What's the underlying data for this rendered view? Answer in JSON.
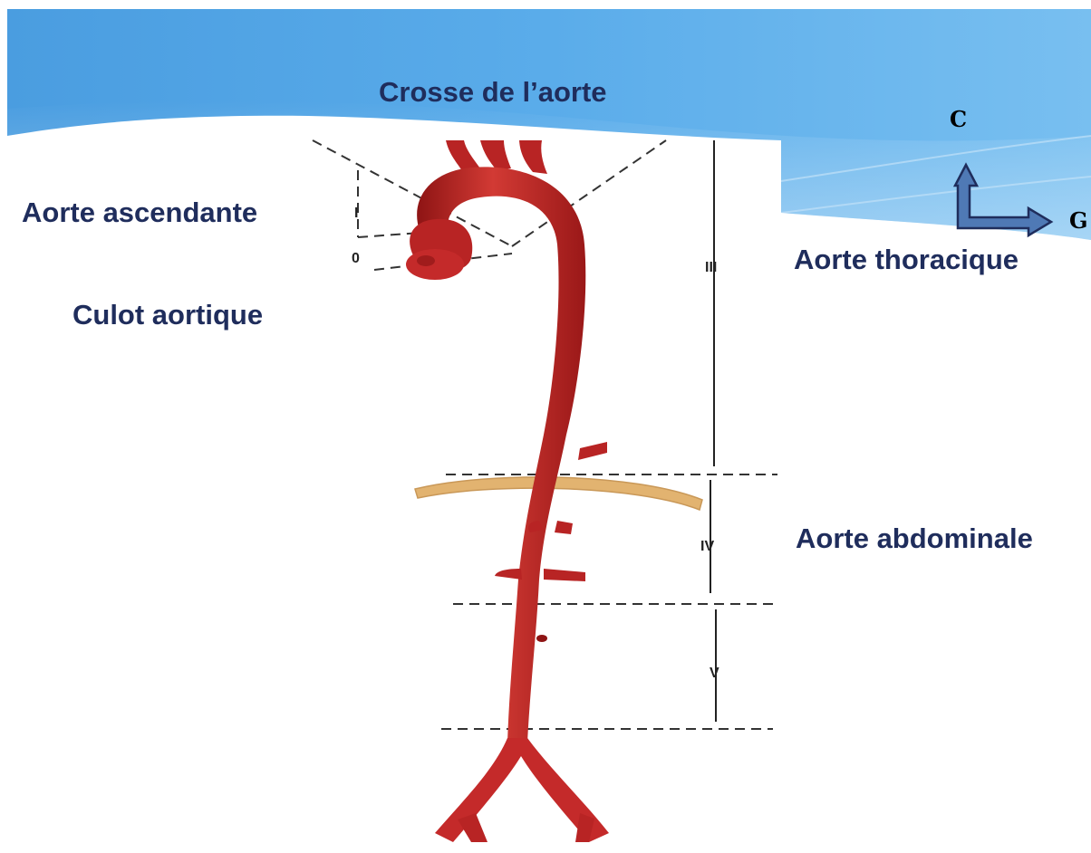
{
  "title": "Crosse de l’aorte",
  "labels": {
    "ascending": "Aorte ascendante",
    "root": "Culot aortique",
    "thoracic": "Aorte thoracique",
    "abdominal": "Aorte abdominale"
  },
  "segments": [
    "0",
    "I",
    "III",
    "IV",
    "V"
  ],
  "orientation": {
    "cranial": "C",
    "left": "G"
  },
  "colors": {
    "header_blue": "#4a9de0",
    "aorta_red": "#c42a2a",
    "diaphragm_tan": "#e2b370",
    "arrow_fill": "#4f79b5",
    "text_navy": "#1f2d5c"
  }
}
